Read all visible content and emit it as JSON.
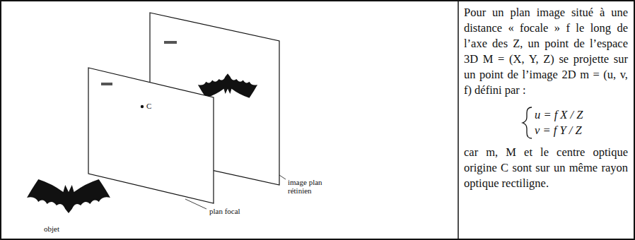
{
  "diagram": {
    "labels": [
      "C",
      "image plan rétinien",
      "plan focal",
      "objet",
      "Pour un plan image situé à une distance « focale » f le long de l’axe des Z, un point de l’espace 3D M = (X, Y, Z) se projette sur un point de l’image 2D m = (u, v, f) défini par :",
      "u = f X / Z",
      "v = f Y / Z",
      "car m, M et le centre optique origine C sont sur un même rayon optique rectiligne."
    ]
  }
}
